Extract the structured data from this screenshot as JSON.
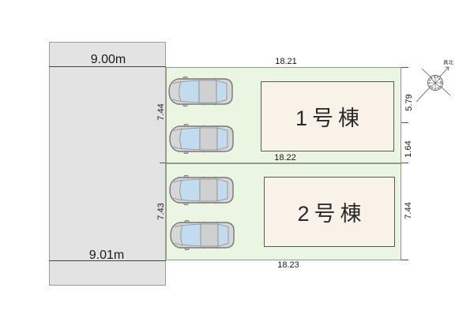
{
  "road": {
    "width_top_label": "9.00m",
    "width_bottom_label": "9.01m"
  },
  "lot1": {
    "building_label": "1号棟",
    "top_width_label": "18.21",
    "bottom_width_label": "18.22",
    "left_depth_label": "7.44",
    "right_upper_label": "5.79",
    "right_lower_label": "1.64"
  },
  "lot2": {
    "building_label": "2号棟",
    "bottom_width_label": "18.23",
    "left_depth_label": "7.43",
    "right_depth_label": "7.44"
  },
  "compass": {
    "north_label": "真北"
  },
  "parking": {
    "car_count": 4
  },
  "icons": {
    "car": "car-top-view-icon",
    "compass": "compass-true-north-icon"
  },
  "colors": {
    "road_fill": "#e3e3e3",
    "lot_fill": "#eaf5e2",
    "building_fill": "#f8f2e8",
    "line": "#8a8a8a",
    "text": "#1a1a1a",
    "car_body": "#d6d6d6",
    "car_glass": "#c0dcee"
  }
}
